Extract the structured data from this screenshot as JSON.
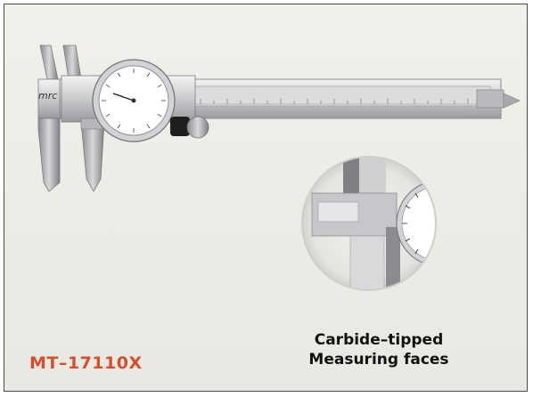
{
  "product": {
    "model": "MT–17110X",
    "brand": "mrc"
  },
  "inset": {
    "caption_line1": "Carbide–tipped",
    "caption_line2": "Measuring faces"
  },
  "colors": {
    "model_text": "#d5502a",
    "caption_text": "#111111",
    "background": "#eeede7",
    "border": "#4a4a4a"
  }
}
